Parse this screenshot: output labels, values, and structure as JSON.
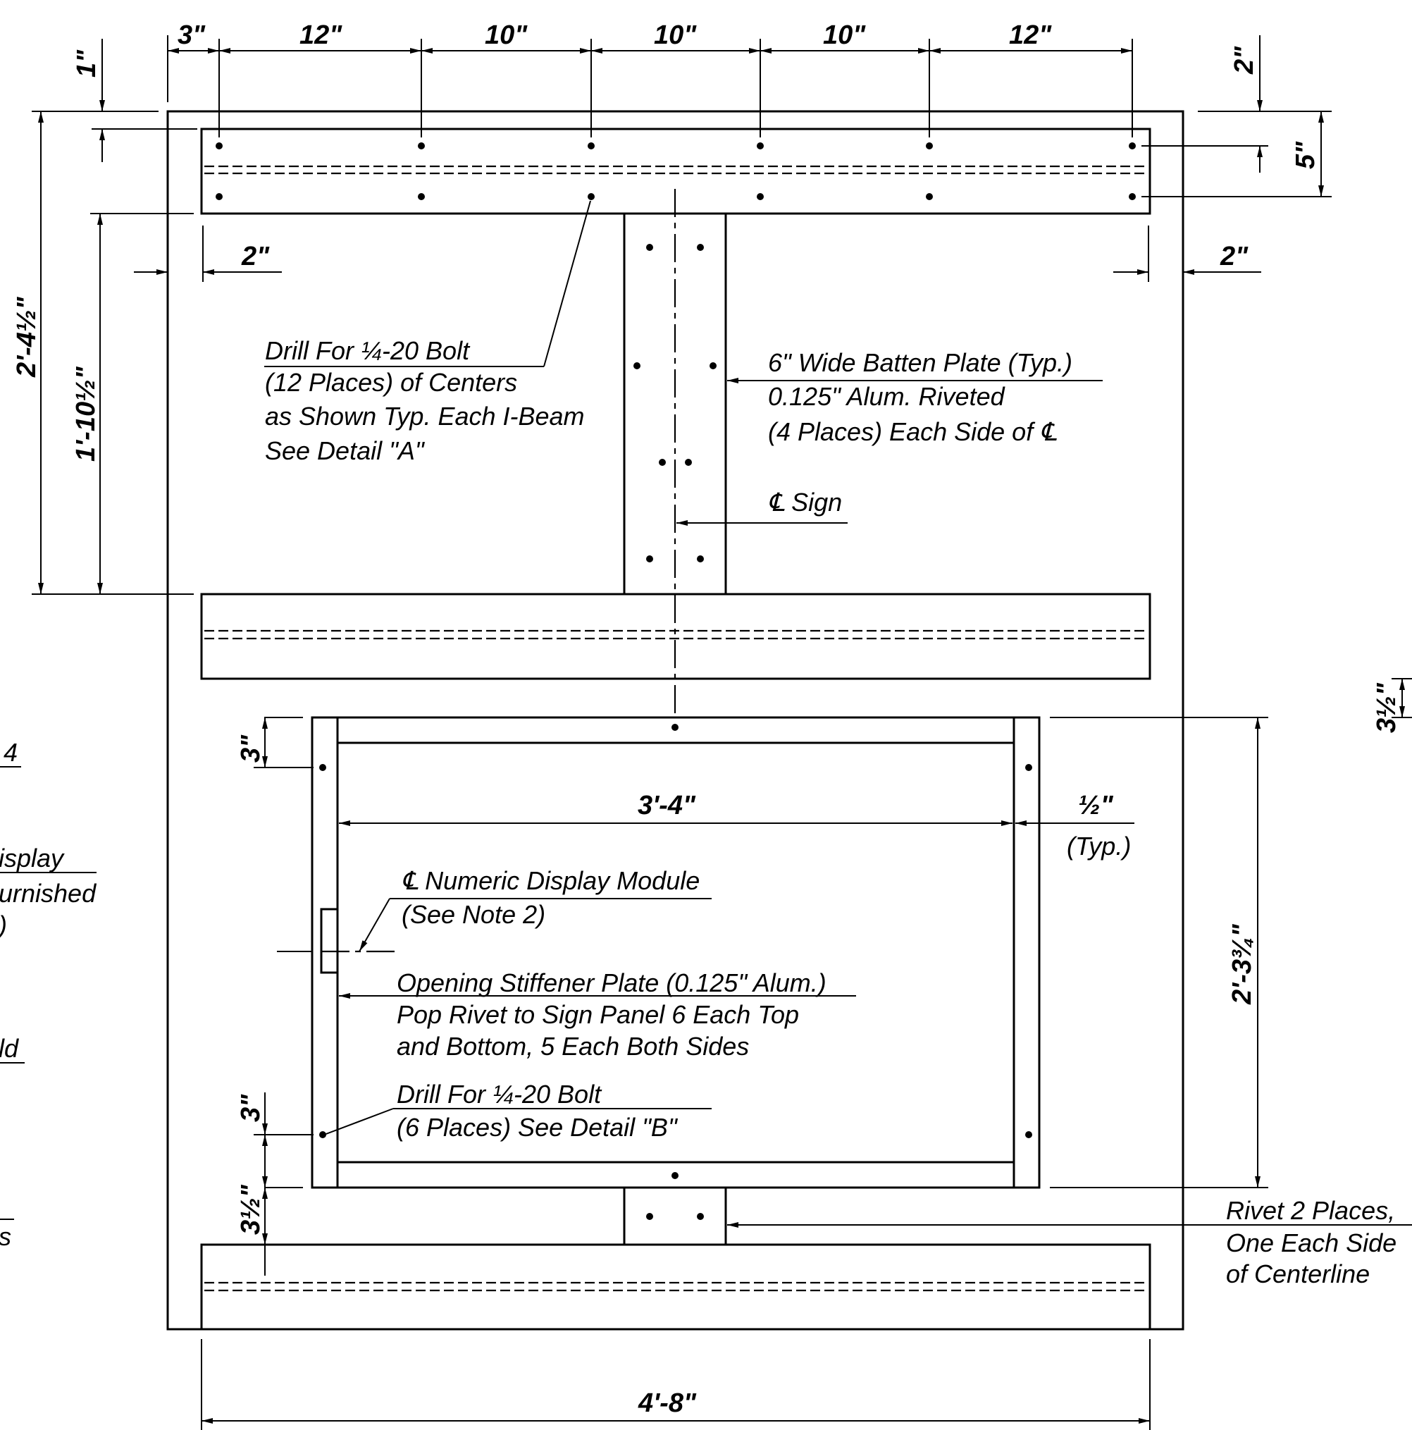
{
  "dimensions": {
    "top_3": "3\"",
    "top_12a": "12\"",
    "top_10a": "10\"",
    "top_10b": "10\"",
    "top_10c": "10\"",
    "top_12b": "12\"",
    "left_1": "1\"",
    "right_2_top": "2\"",
    "right_5": "5\"",
    "left_2": "2\"",
    "right_2": "2\"",
    "overall_height": "2'-4½\"",
    "inner_height": "1'-10½\"",
    "opening_width": "3'-4\"",
    "half_typ": "½\"",
    "typ": "(Typ.)",
    "left_3_top": "3\"",
    "left_3_bottom": "3\"",
    "left_3half": "3½\"",
    "right_3half": "3½\"",
    "opening_height": "2'-3¾\"",
    "overall_width": "4'-8\""
  },
  "notes": {
    "drill_top": [
      "Drill For ¼-20 Bolt",
      "(12 Places) of Centers",
      "as Shown Typ. Each I-Beam",
      "See Detail \"A\""
    ],
    "batten": [
      "6\" Wide Batten Plate (Typ.)",
      "0.125\" Alum. Riveted",
      "(4 Places) Each Side of ℄"
    ],
    "cl_sign": "℄ Sign",
    "numeric_module": [
      "℄ Numeric Display Module",
      "(See Note 2)"
    ],
    "stiffener": [
      "Opening Stiffener Plate (0.125\" Alum.)",
      "Pop Rivet to Sign Panel 6 Each Top",
      "and Bottom, 5 Each Both Sides"
    ],
    "drill_bottom": [
      "Drill For ¼-20 Bolt",
      "(6 Places) See Detail \"B\""
    ],
    "rivet": [
      "Rivet 2 Places,",
      "One Each Side",
      "of Centerline"
    ]
  },
  "cropped_left_text": [
    "4",
    "isplay",
    "urnished",
    ")",
    "ld",
    "s"
  ]
}
